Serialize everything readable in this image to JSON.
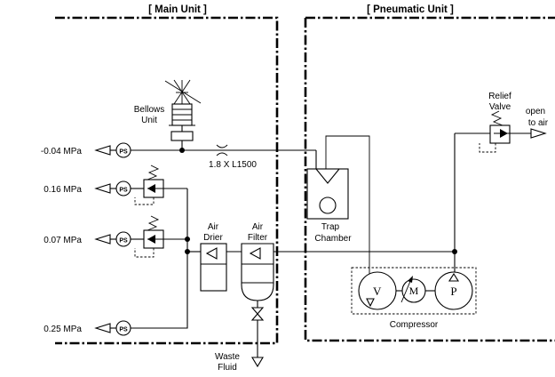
{
  "units": {
    "main": "[ Main Unit ]",
    "pneumatic": "[ Pneumatic Unit ]"
  },
  "labels": {
    "bellows_line1": "Bellows",
    "bellows_line2": "Unit",
    "restrictor": "1.8 X L1500",
    "relief_line1": "Relief",
    "relief_line2": "Valve",
    "open_line1": "open",
    "open_line2": "to air",
    "trap_line1": "Trap",
    "trap_line2": "Chamber",
    "drier_line1": "Air",
    "drier_line2": "Drier",
    "filter_line1": "Air",
    "filter_line2": "Filter",
    "compressor": "Compressor",
    "waste_line1": "Waste",
    "waste_line2": "Fluid"
  },
  "gauges": {
    "symbol": "PS",
    "pressures": [
      "-0.04 MPa",
      "0.16 MPa",
      "0.07 MPa",
      "0.25 MPa"
    ]
  },
  "compressor_symbols": {
    "vacuum": "V",
    "motor": "M",
    "pump": "P"
  }
}
